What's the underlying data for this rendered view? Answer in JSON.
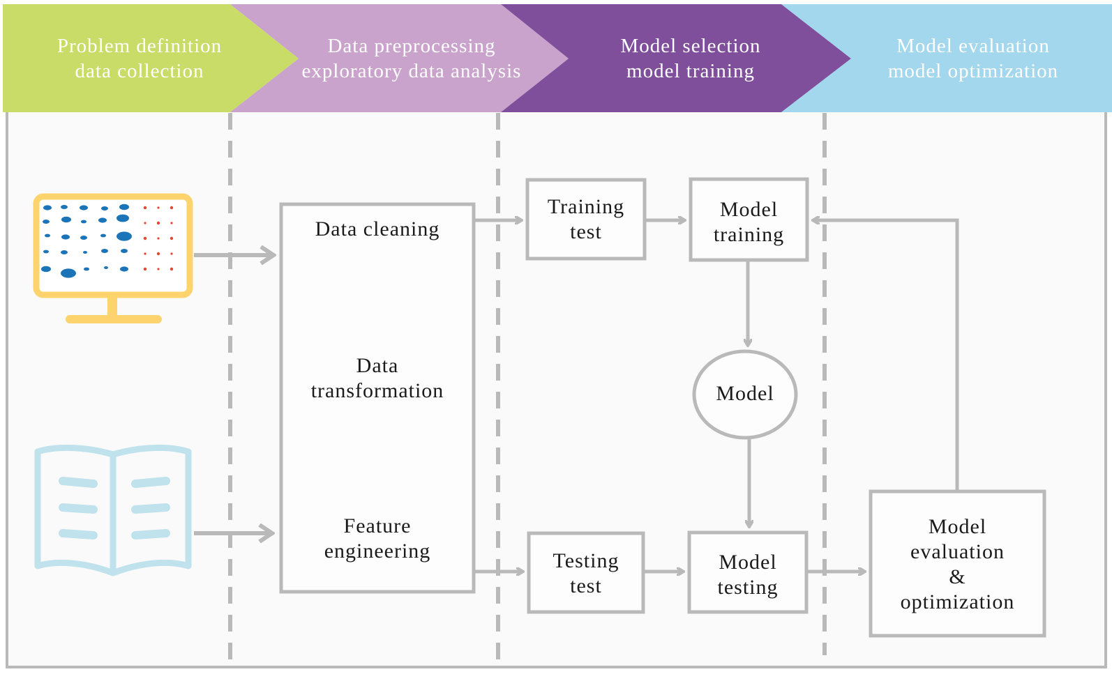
{
  "phases": [
    {
      "line1": "Problem definition",
      "line2": "data collection",
      "color": "#c8dc67"
    },
    {
      "line1": "Data preprocessing",
      "line2": "exploratory data analysis",
      "color": "#c9a3cc"
    },
    {
      "line1": "Model selection",
      "line2": "model training",
      "color": "#7f4f9c"
    },
    {
      "line1": "Model evaluation",
      "line2": "model optimization",
      "color": "#a2d7ee"
    }
  ],
  "preprocessing": {
    "cleaning": "Data cleaning",
    "transformation_line1": "Data",
    "transformation_line2": "transformation",
    "feature_line1": "Feature",
    "feature_line2": "engineering"
  },
  "training_set": {
    "line1": "Training",
    "line2": "test"
  },
  "testing_set": {
    "line1": "Testing",
    "line2": "test"
  },
  "model_training": {
    "line1": "Model",
    "line2": "training"
  },
  "model": {
    "label": "Model"
  },
  "model_testing": {
    "line1": "Model",
    "line2": "testing"
  },
  "evaluation": {
    "line1": "Model",
    "line2": "evaluation",
    "line3": "&",
    "line4": "optimization"
  },
  "colors": {
    "line": "#b9b9b9",
    "box_border": "#b9b9b9",
    "monitor": "#fcd36d",
    "book": "#bfe2ec",
    "chart_blue": "#1b73b8",
    "chart_red": "#e8452f"
  },
  "icons": {
    "monitor": "monitor-chart-icon",
    "book": "open-book-icon"
  }
}
